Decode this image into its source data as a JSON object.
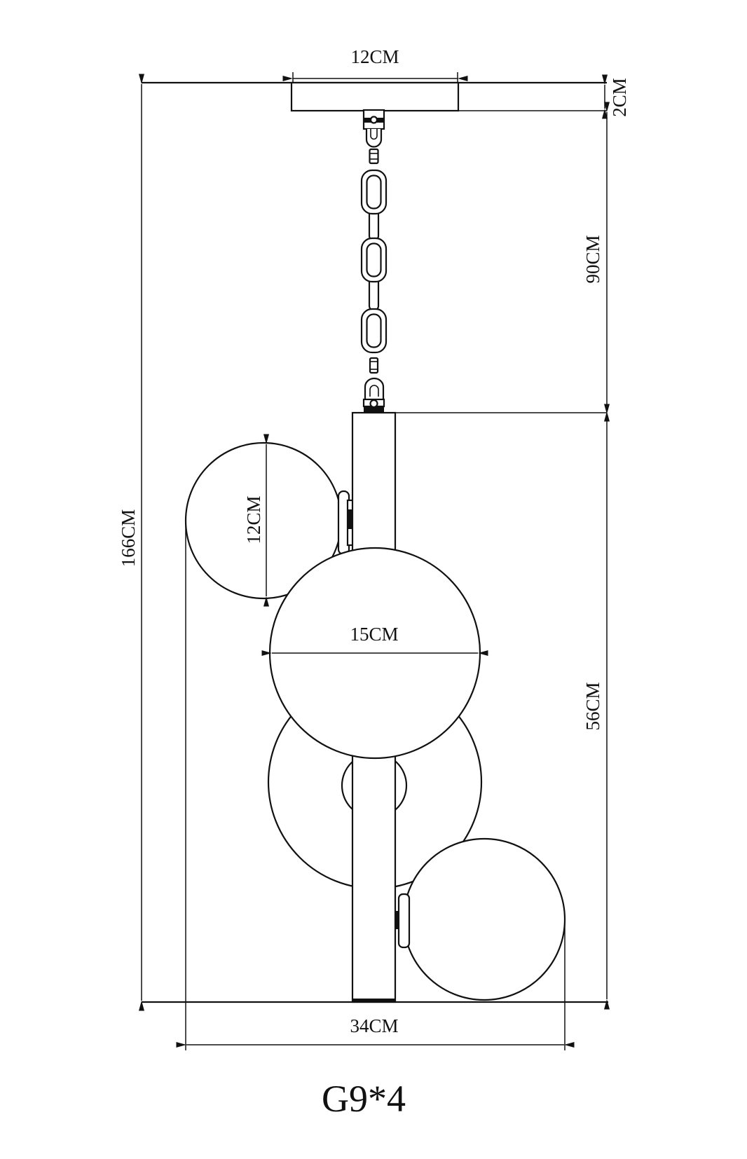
{
  "drawing": {
    "kind": "pendant-lamp-dimension-drawing",
    "line_color": "#111111",
    "background": "#ffffff",
    "dimensions": {
      "canopy_width": {
        "label": "12CM",
        "orientation": "horizontal"
      },
      "canopy_thickness": {
        "label": "2CM",
        "orientation": "vertical"
      },
      "suspension_drop": {
        "label": "90CM",
        "orientation": "vertical"
      },
      "small_globe": {
        "label": "12CM",
        "orientation": "vertical"
      },
      "large_globe": {
        "label": "15CM",
        "orientation": "horizontal"
      },
      "body_height": {
        "label": "56CM",
        "orientation": "vertical"
      },
      "overall_height": {
        "label": "166CM",
        "orientation": "vertical"
      },
      "overall_width": {
        "label": "34CM",
        "orientation": "horizontal"
      }
    },
    "bulb_spec": "G9*4"
  }
}
